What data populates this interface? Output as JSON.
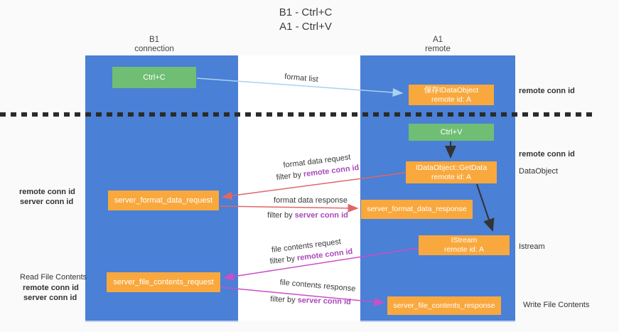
{
  "title": {
    "line1": "B1 - Ctrl+C",
    "line2": "A1 - Ctrl+V"
  },
  "lanes": {
    "left": {
      "name": "B1",
      "subtitle": "connection"
    },
    "right": {
      "name": "A1",
      "subtitle": "remote"
    }
  },
  "nodes": {
    "ctrl_c": {
      "label": "Ctrl+C"
    },
    "save_dataobject": {
      "line1": "保存IDataObject",
      "line2": "remote id: A"
    },
    "ctrl_v": {
      "label": "Ctrl+V"
    },
    "getdata": {
      "line1": "IDataObject::GetData",
      "line2": "remote id: A"
    },
    "format_request": {
      "label": "server_format_data_request"
    },
    "format_response": {
      "label": "server_format_data_response"
    },
    "istream": {
      "line1": "IStream",
      "line2": "remote id: A"
    },
    "file_request": {
      "label": "server_file_contents_request"
    },
    "file_response": {
      "label": "server_file_contents_response"
    }
  },
  "flow_labels": {
    "format_list": "format list",
    "format_data_request": "format data request",
    "format_data_response": "format data response",
    "file_contents_request": "file contents request",
    "file_contents_response": "file contents response",
    "filter_by": "filter by ",
    "remote_conn_id": "remote conn id",
    "server_conn_id": "server conn id"
  },
  "side_labels": {
    "left_remote_conn_id": "remote conn id",
    "left_server_conn_id": "server conn id",
    "read_file_contents": "Read File Contents",
    "read_remote_conn_id": "remote conn id",
    "read_server_conn_id": "server conn id",
    "right_remote_conn_id_top": "remote conn id",
    "right_remote_conn_id_mid": "remote conn id",
    "dataobject": "DataObject",
    "istream": "Istream",
    "write_file_contents": "Write File Contents"
  },
  "colors": {
    "lane_blue": "#4a80d5",
    "box_green": "#6fbe74",
    "box_orange": "#f9a83d",
    "label_purple": "#ab47bc",
    "label_green": "#66bb6a",
    "arrow_lightblue": "#a8d2f0",
    "arrow_black": "#333333",
    "arrow_salmon": "#e06666",
    "arrow_magenta": "#c94fc9"
  }
}
